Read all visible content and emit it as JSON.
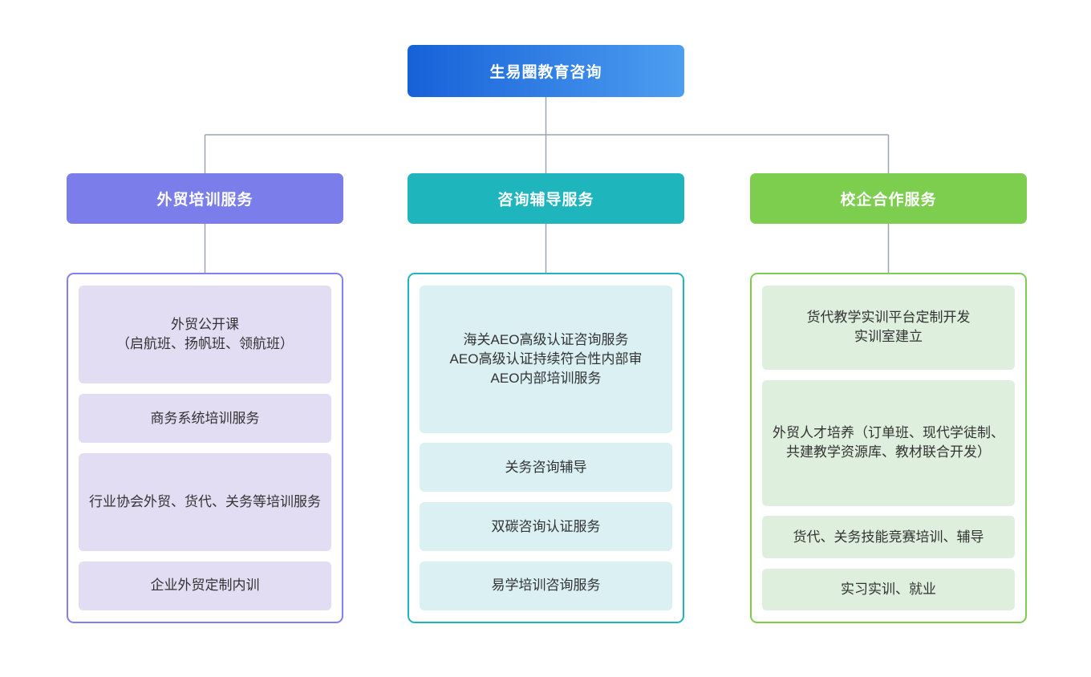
{
  "diagram": {
    "type": "organization-hierarchy",
    "title": "生易圈教育咨询",
    "root": {
      "label": "生易圈教育咨询",
      "gradient_from": "#1761d8",
      "gradient_to": "#4c9ef0",
      "text_color": "#ffffff"
    },
    "connector_color": "#9aa5b1",
    "branches": [
      {
        "label": "外贸培训服务",
        "header_color": "#7b7dea",
        "panel_border_color": "#8080f0",
        "item_fill": "#e2ddf3",
        "items": [
          {
            "label": "外贸公开课\n（启航班、扬帆班、领航班）",
            "lines": 2
          },
          {
            "label": "商务系统培训服务",
            "lines": 1
          },
          {
            "label": "行业协会外贸、货代、关务等培训服务",
            "lines": 2
          },
          {
            "label": "企业外贸定制内训",
            "lines": 1
          }
        ]
      },
      {
        "label": "咨询辅导服务",
        "header_color": "#1fb5bd",
        "panel_border_color": "#1fb5bd",
        "item_fill": "#daf0f2",
        "items": [
          {
            "label": "海关AEO高级认证咨询服务\nAEO高级认证持续符合性内部审\nAEO内部培训服务",
            "lines": 3
          },
          {
            "label": "关务咨询辅导",
            "lines": 1
          },
          {
            "label": "双碳咨询认证服务",
            "lines": 1
          },
          {
            "label": "易学培训咨询服务",
            "lines": 1
          }
        ]
      },
      {
        "label": "校企合作服务",
        "header_color": "#7dce4f",
        "panel_border_color": "#7dce4f",
        "item_fill": "#deefdd",
        "items": [
          {
            "label": "货代教学实训平台定制开发\n实训室建立",
            "lines": 2
          },
          {
            "label": "外贸人才培养（订单班、现代学徒制、共建教学资源库、教材联合开发）",
            "lines": 3
          },
          {
            "label": "货代、关务技能竞赛培训、辅导",
            "lines": 1
          },
          {
            "label": "实习实训、就业",
            "lines": 1
          }
        ]
      }
    ]
  }
}
